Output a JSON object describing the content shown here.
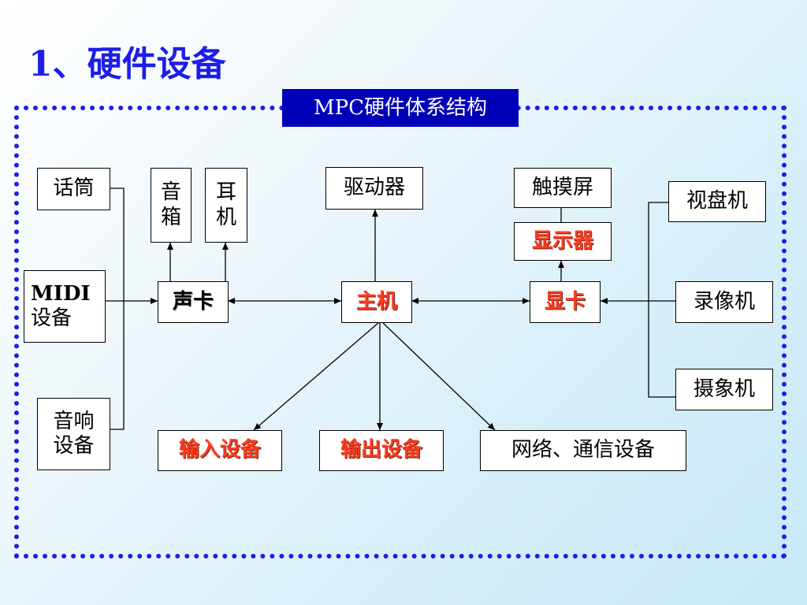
{
  "title": "1、硬件设备",
  "frame_caption": "MPC硬件体系结构",
  "nodes": {
    "mic": "话筒",
    "speaker_box_1": "音",
    "speaker_box_2": "箱",
    "headphone_1": "耳",
    "headphone_2": "机",
    "drive": "驱动器",
    "touchscreen": "触摸屏",
    "display": "显示器",
    "videodisc": "视盘机",
    "midi_1": "MIDI",
    "midi_2": "设备",
    "sound_card": "声卡",
    "host": "主机",
    "video_card": "显卡",
    "vcr": "录像机",
    "camera": "摄象机",
    "audio_1": "音响",
    "audio_2": "设备",
    "input": "输入设备",
    "output": "输出设备",
    "network": "网络、通信设备"
  },
  "colors": {
    "title": "#1e1ee6",
    "frame": "#1e1ee6",
    "caption_bg": "#0000b8",
    "highlight_text": "#ff3b1e"
  }
}
